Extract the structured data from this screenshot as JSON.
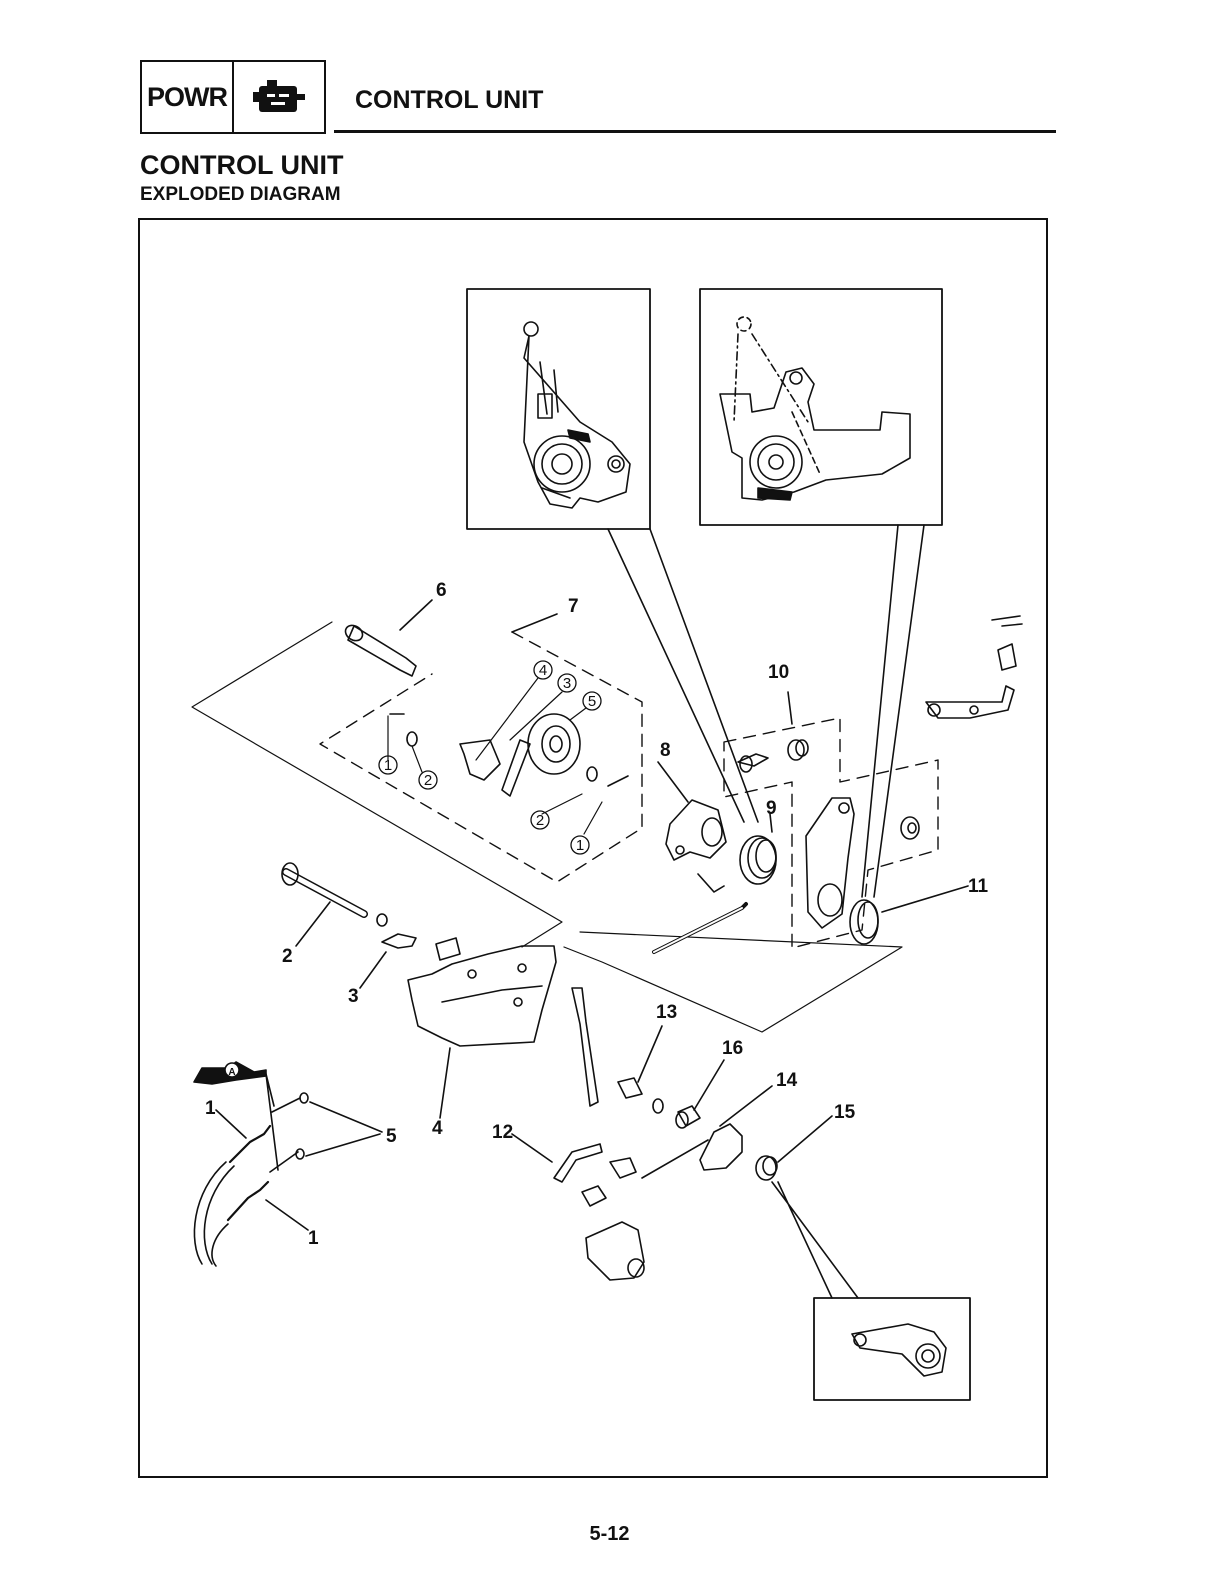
{
  "header": {
    "section_code": "POWR",
    "section_icon": "engine-power-icon",
    "title": "CONTROL UNIT"
  },
  "page": {
    "title": "CONTROL UNIT",
    "subtitle": "EXPLODED DIAGRAM",
    "number": "5-12"
  },
  "diagram": {
    "part_numbers": [
      "1",
      "2",
      "3",
      "4",
      "5",
      "6",
      "7",
      "8",
      "9",
      "10",
      "11",
      "12",
      "13",
      "14",
      "15",
      "16"
    ],
    "sub_part_circled": [
      "1",
      "2",
      "3",
      "4",
      "5"
    ],
    "detail_callout_letter": "A"
  },
  "colors": {
    "ink": "#111111",
    "paper": "#ffffff"
  }
}
